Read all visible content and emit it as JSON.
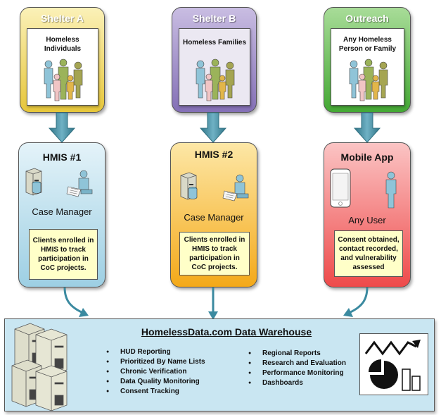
{
  "sources": [
    {
      "title": "Shelter A",
      "label": "Homeless Individuals"
    },
    {
      "title": "Shelter B",
      "label": "Homeless Families"
    },
    {
      "title": "Outreach",
      "label": "Any Homeless Person or Family"
    }
  ],
  "systems": [
    {
      "title": "HMIS #1",
      "role": "Case Manager",
      "note": "Clients enrolled in HMIS to track participation in CoC projects."
    },
    {
      "title": "HMIS #2",
      "role": "Case Manager",
      "note": "Clients enrolled in HMIS to track participation in CoC projects."
    },
    {
      "title": "Mobile App",
      "role": "Any User",
      "note": "Consent obtained, contact recorded, and vulnerability assessed"
    }
  ],
  "warehouse": {
    "title": "HomelessData.com Data Warehouse",
    "list_left": [
      "HUD Reporting",
      "Prioritized By Name Lists",
      "Chronic Verification",
      "Data Quality Monitoring",
      "Consent Tracking"
    ],
    "list_right": [
      "Regional Reports",
      "Research and Evaluation",
      "Performance Monitoring",
      "Dashboards"
    ]
  },
  "colors": {
    "shelter_a": "#f2d85a",
    "shelter_b": "#9a86c4",
    "outreach": "#5cb84a",
    "hmis1": "#b4dbea",
    "hmis2": "#f7b732",
    "mobile": "#f26060",
    "warehouse": "#c9e6f2",
    "arrow": "#3b8aa0"
  }
}
